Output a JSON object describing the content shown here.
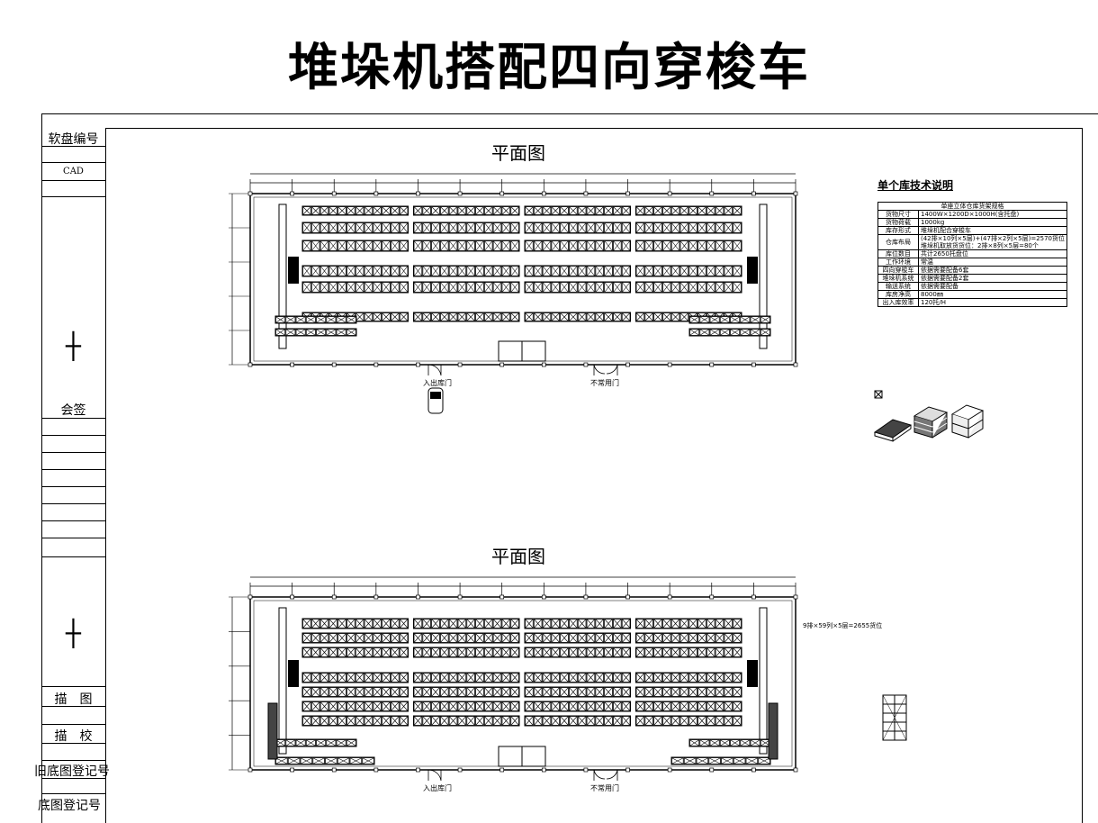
{
  "title": "堆垛机搭配四向穿梭车",
  "sidebar": {
    "disk_no": "软盘编号",
    "cad": "CAD",
    "countersign": "会签",
    "drawn": "描　图",
    "checked": "描　校",
    "old_reg": "旧底图登记号",
    "base_reg": "底图登记号"
  },
  "plan1": {
    "title": "平面图",
    "door_in": "入出库门",
    "door_rare": "不常用门"
  },
  "plan2": {
    "title": "平面图",
    "door_in": "入出库门",
    "door_rare": "不常用门",
    "capacity_note": "9排×59列×5层=2655货位"
  },
  "specs": {
    "title": "单个库技术说明",
    "header": "单座立体仓库货架规格",
    "rows": [
      {
        "k": "货物尺寸",
        "v": "1400W×1200D×1000H(含托盘)"
      },
      {
        "k": "货物荷载",
        "v": "1000kg"
      },
      {
        "k": "库存形式",
        "v": "堆垛机配合穿梭车"
      },
      {
        "k": "仓库布局",
        "v": "(42排×10列×5层)+(47排×2列×5层)=2570货位",
        "v2": "堆垛机取放货货位：2排×8列×5层=80个"
      },
      {
        "k": "库位数目",
        "v": "共计2650托盘位"
      },
      {
        "k": "工作环境",
        "v": "常温"
      },
      {
        "k": "四向穿梭车",
        "v": "依据需要配备6套"
      },
      {
        "k": "堆垛机系统",
        "v": "依据需要配备2套"
      },
      {
        "k": "输送系统",
        "v": "依据需要配备"
      },
      {
        "k": "库房净高",
        "v": "8000㎜"
      },
      {
        "k": "出入库效率",
        "v": "120托/H"
      }
    ]
  }
}
